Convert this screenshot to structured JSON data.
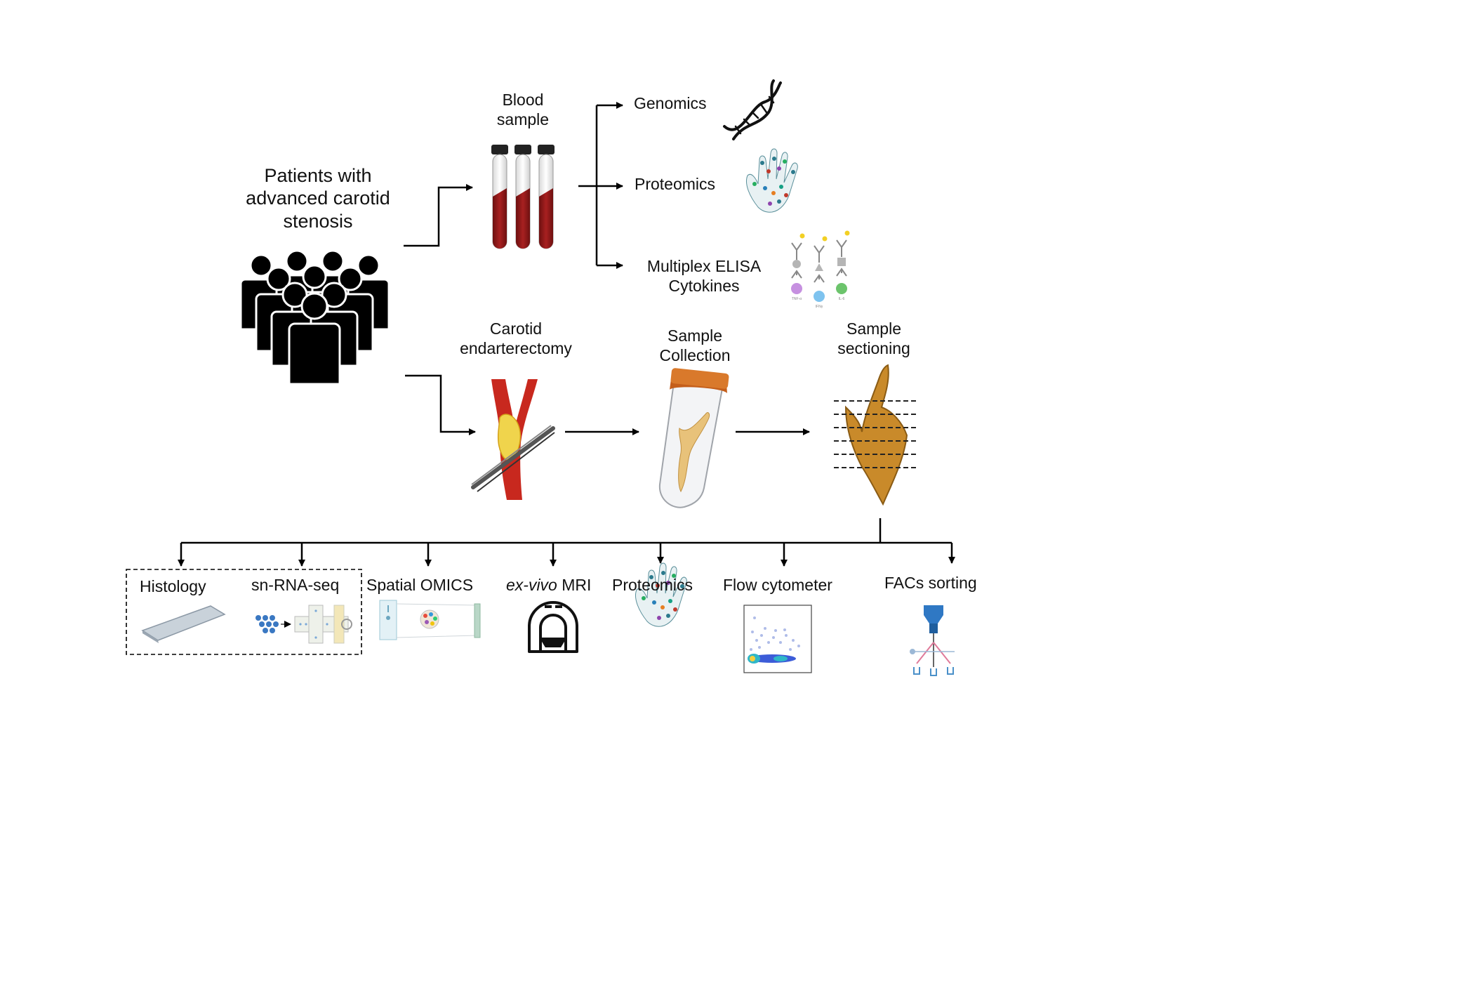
{
  "patients": {
    "line1": "Patients with",
    "line2": "advanced carotid",
    "line3": "stenosis"
  },
  "blood": {
    "line1": "Blood",
    "line2": "sample"
  },
  "blood_outputs": {
    "genomics": "Genomics",
    "proteomics": "Proteomics",
    "elisa_line1": "Multiplex ELISA",
    "elisa_line2": "Cytokines"
  },
  "elisa_icon_labels": [
    "TNF-α",
    "IFNγ",
    "IL-6"
  ],
  "surgery": {
    "endarterectomy_line1": "Carotid",
    "endarterectomy_line2": "endarterectomy",
    "collection_line1": "Sample",
    "collection_line2": "Collection",
    "sectioning_line1": "Sample",
    "sectioning_line2": "sectioning"
  },
  "analyses": {
    "histology": "Histology",
    "snrnaseq": "sn-RNA-seq",
    "spatial": "Spatial OMICS",
    "mri_italic": "ex-vivo",
    "mri_rest": " MRI",
    "proteomics": "Proteomics",
    "flow": "Flow cytometer",
    "facs": "FACs sorting"
  },
  "icons": [
    "people-group-icon",
    "blood-tubes-icon",
    "dna-icon",
    "proteomics-hand-icon",
    "antibody-icon",
    "artery-clamp-icon",
    "sample-tube-icon",
    "tissue-sections-icon",
    "slide-icon",
    "sn-rna-seq-chip-icon",
    "spatial-omics-icon",
    "mri-scanner-icon",
    "flow-plot-icon",
    "facs-icon"
  ],
  "colors": {
    "line": "#000000",
    "blood": "#8b1a1a",
    "tissue": "#c98a2a",
    "artery": "#c8281e",
    "cap": "#d9792b"
  }
}
